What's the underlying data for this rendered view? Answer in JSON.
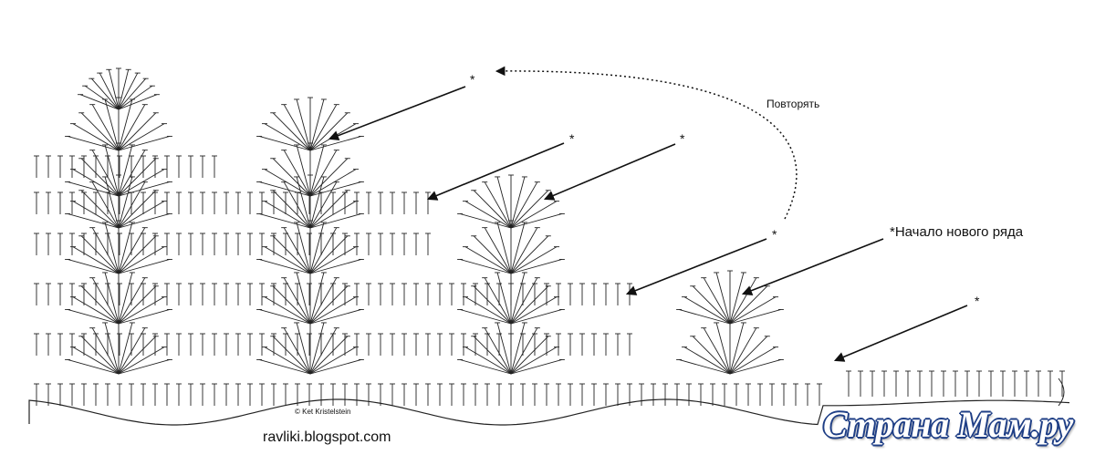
{
  "labels": {
    "repeat": "Повторять",
    "new_row": "*Начало нового ряда",
    "copyright": "© Ket Kristelstein",
    "blog": "ravliki.blogspot.com",
    "watermark": "Страна Мам.ру"
  },
  "row_markers": [
    "*",
    "*",
    "*",
    "*",
    "*"
  ],
  "colors": {
    "ink": "#111111",
    "watermark_outline": "#1f3f86"
  }
}
